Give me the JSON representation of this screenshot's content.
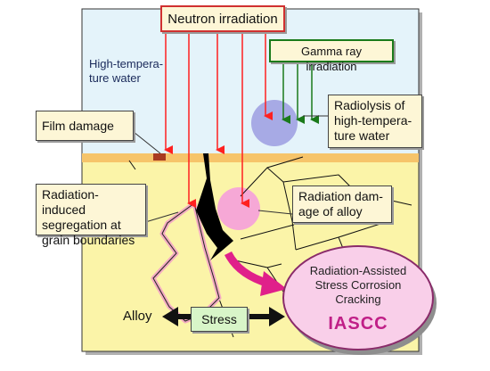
{
  "labels": {
    "neutron": "Neutron irradiation",
    "gamma": "Gamma ray irradiation",
    "water": "High-tempera-\nture water",
    "film": "Film damage",
    "radiolysis": "Radiolysis of\nhigh-tempera-\nture water",
    "segregation": "Radiation-induced\nsegregation at\ngrain boundaries",
    "alloy_damage": "Radiation dam-\nage of alloy",
    "alloy": "Alloy",
    "stress": "Stress",
    "iascc_full": "Radiation-Assisted\nStress Corrosion\nCracking",
    "iascc": "IASCC"
  },
  "colors": {
    "water": "#e4f3fa",
    "alloy": "#fbf4a8",
    "neutron_arrow": "#ff2020",
    "gamma_arrow": "#1a7a1a",
    "ellipse": "#f9cfe9",
    "iascc_text": "#c01f87",
    "stress_box": "#d8f5c8",
    "crack": "#000000",
    "segregation": "#f3aac2"
  }
}
